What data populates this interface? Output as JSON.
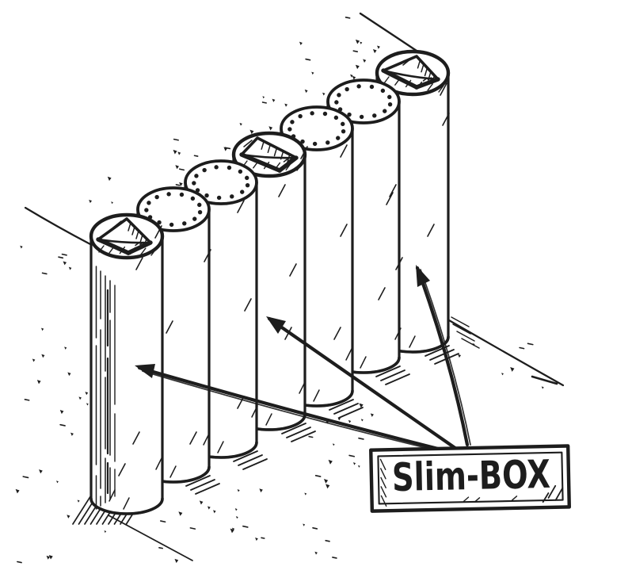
{
  "diagram": {
    "label": "Slim-BOX",
    "ink_color": "#1d1d1d",
    "paper_color": "#ffffff",
    "pile_count": 7,
    "slim_box_pile_positions": [
      1,
      4,
      7
    ],
    "rebar_dot_pile_positions": [
      2,
      3,
      5,
      6
    ],
    "leader_arrow_count": 3
  }
}
